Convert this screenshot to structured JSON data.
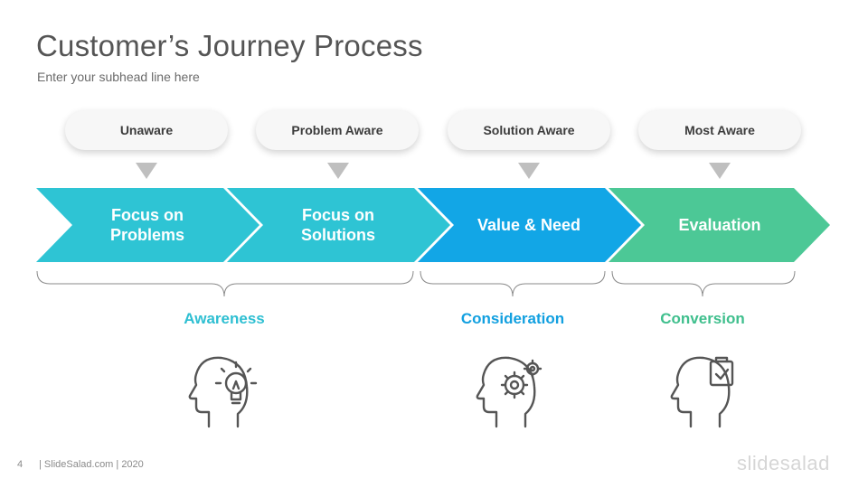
{
  "slide": {
    "title": "Customer’s Journey Process",
    "subtitle": "Enter your subhead line here"
  },
  "awareness_levels": [
    "Unaware",
    "Problem Aware",
    "Solution Aware",
    "Most Aware"
  ],
  "steps": [
    {
      "line1": "Focus on",
      "line2": "Problems",
      "color": "#2ec4d4"
    },
    {
      "line1": "Focus on",
      "line2": "Solutions",
      "color": "#2ec4d4"
    },
    {
      "line1": "Value & Need",
      "line2": "",
      "color": "#12a6e6"
    },
    {
      "line1": "Evaluation",
      "line2": "",
      "color": "#4cc896"
    }
  ],
  "stages": [
    {
      "label": "Awareness",
      "color": "#2ebfd2",
      "icon": "head-lightbulb-icon"
    },
    {
      "label": "Consideration",
      "color": "#12a0e0",
      "icon": "head-gear-icon"
    },
    {
      "label": "Conversion",
      "color": "#3fbf8d",
      "icon": "head-clipboard-check-icon"
    }
  ],
  "footer": {
    "page_number": "4",
    "text": "| SlideSalad.com | 2020",
    "watermark": "slidesalad"
  }
}
